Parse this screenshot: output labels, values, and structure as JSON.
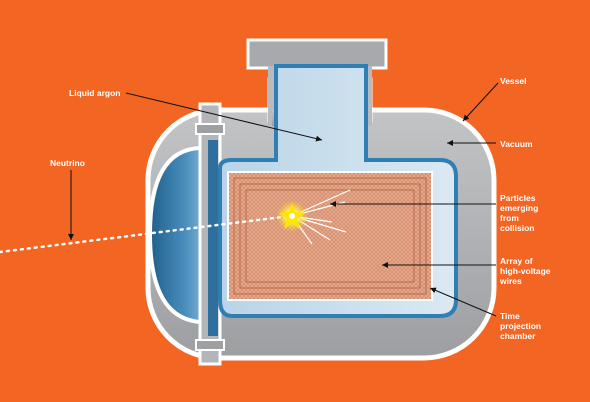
{
  "labels": {
    "liquid_argon": "Liquid argon",
    "vessel": "Vessel",
    "vacuum": "Vacuum",
    "neutrino": "Neutrino",
    "particles": "Particles\nemerging\nfrom\ncollision",
    "array": "Array of\nhigh-voltage\nwires",
    "tpc": "Time\nprojection\nchamber"
  },
  "colors": {
    "background": "#f26522",
    "vessel_shell": "#a7a9ac",
    "vessel_outline": "#ffffff",
    "liquid_argon": "#cfe1ee",
    "argon_outline": "#2f7fb5",
    "chamber": "#e4a386",
    "wires": "#b86a4a",
    "flash": "#ffd200"
  }
}
